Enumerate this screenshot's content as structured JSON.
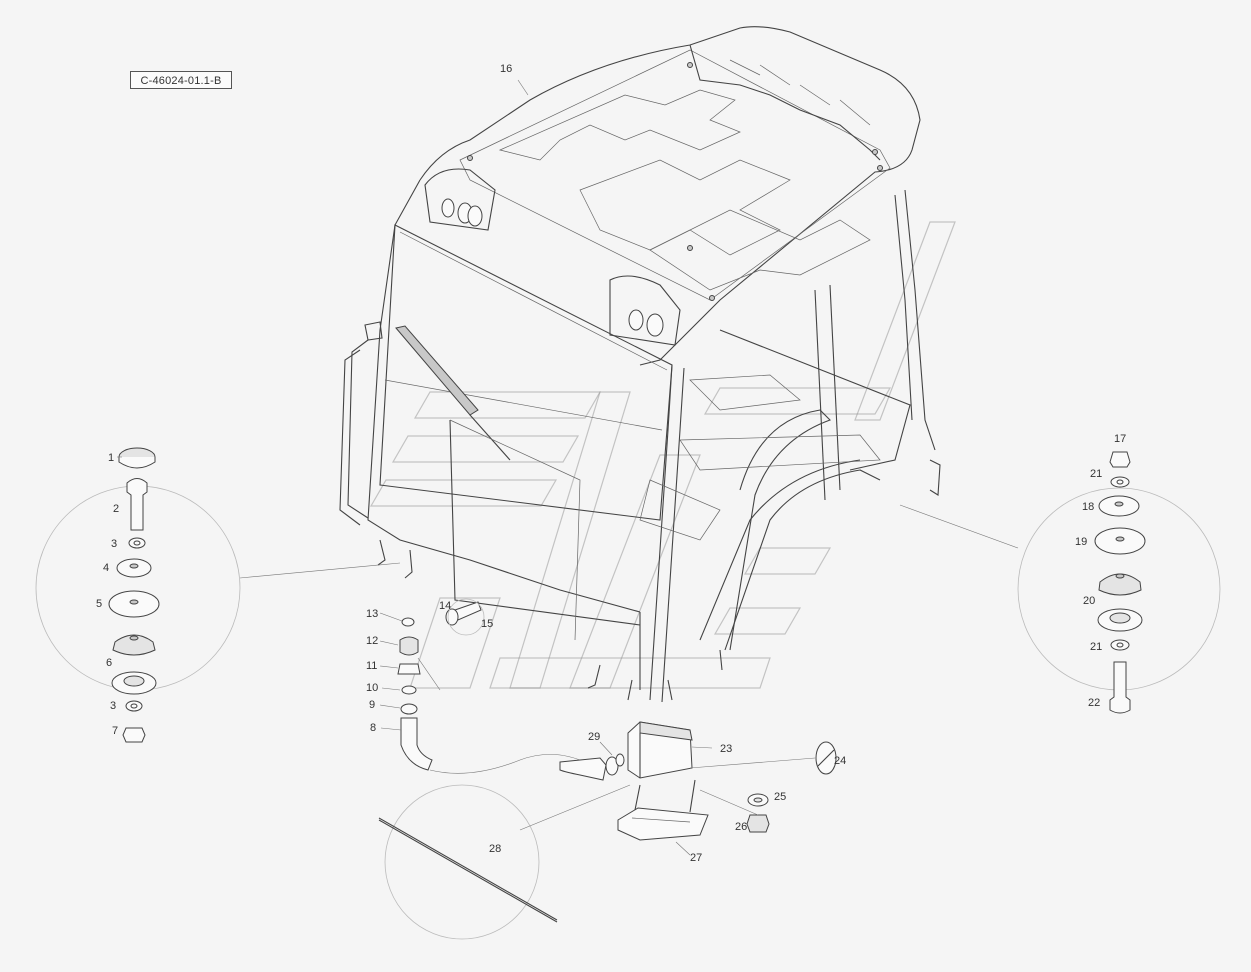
{
  "drawing_code": "C-46024-01.1-B",
  "callouts": [
    {
      "id": "1",
      "label": "1"
    },
    {
      "id": "2",
      "label": "2"
    },
    {
      "id": "3a",
      "label": "3"
    },
    {
      "id": "4",
      "label": "4"
    },
    {
      "id": "5",
      "label": "5"
    },
    {
      "id": "6",
      "label": "6"
    },
    {
      "id": "3b",
      "label": "3"
    },
    {
      "id": "7",
      "label": "7"
    },
    {
      "id": "8",
      "label": "8"
    },
    {
      "id": "9",
      "label": "9"
    },
    {
      "id": "10",
      "label": "10"
    },
    {
      "id": "11",
      "label": "11"
    },
    {
      "id": "12",
      "label": "12"
    },
    {
      "id": "13",
      "label": "13"
    },
    {
      "id": "14",
      "label": "14"
    },
    {
      "id": "15",
      "label": "15"
    },
    {
      "id": "16",
      "label": "16"
    },
    {
      "id": "17",
      "label": "17"
    },
    {
      "id": "21a",
      "label": "21"
    },
    {
      "id": "18",
      "label": "18"
    },
    {
      "id": "19",
      "label": "19"
    },
    {
      "id": "20",
      "label": "20"
    },
    {
      "id": "21b",
      "label": "21"
    },
    {
      "id": "22",
      "label": "22"
    },
    {
      "id": "23",
      "label": "23"
    },
    {
      "id": "24",
      "label": "24"
    },
    {
      "id": "25",
      "label": "25"
    },
    {
      "id": "26",
      "label": "26"
    },
    {
      "id": "27",
      "label": "27"
    },
    {
      "id": "28",
      "label": "28"
    },
    {
      "id": "29",
      "label": "29"
    }
  ]
}
